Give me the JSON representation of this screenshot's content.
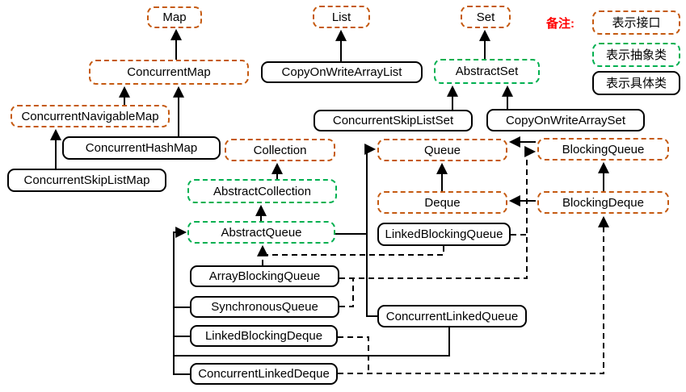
{
  "diagram_title": "Java concurrent collections class hierarchy",
  "colors": {
    "interface_border": "#C55A11",
    "abstract_border": "#00B050",
    "concrete_border": "#000000",
    "note_text": "#FF0000",
    "label_text": "#000000",
    "background": "#FFFFFF"
  },
  "legend": {
    "note_label": "备注:",
    "items": [
      {
        "label": "表示接口",
        "kind": "interface"
      },
      {
        "label": "表示抽象类",
        "kind": "abstract"
      },
      {
        "label": "表示具体类",
        "kind": "concrete"
      }
    ]
  },
  "nodes": {
    "map": {
      "label": "Map",
      "kind": "interface"
    },
    "list": {
      "label": "List",
      "kind": "interface"
    },
    "set": {
      "label": "Set",
      "kind": "interface"
    },
    "concurrentMap": {
      "label": "ConcurrentMap",
      "kind": "interface"
    },
    "copyOnWriteArrayList": {
      "label": "CopyOnWriteArrayList",
      "kind": "concrete"
    },
    "abstractSet": {
      "label": "AbstractSet",
      "kind": "abstract"
    },
    "concurrentNavigableMap": {
      "label": "ConcurrentNavigableMap",
      "kind": "interface"
    },
    "concurrentSkipListSet": {
      "label": "ConcurrentSkipListSet",
      "kind": "concrete"
    },
    "copyOnWriteArraySet": {
      "label": "CopyOnWriteArraySet",
      "kind": "concrete"
    },
    "concurrentHashMap": {
      "label": "ConcurrentHashMap",
      "kind": "concrete"
    },
    "collection": {
      "label": "Collection",
      "kind": "interface"
    },
    "queue": {
      "label": "Queue",
      "kind": "interface"
    },
    "blockingQueue": {
      "label": "BlockingQueue",
      "kind": "interface"
    },
    "concurrentSkipListMap": {
      "label": "ConcurrentSkipListMap",
      "kind": "concrete"
    },
    "abstractCollection": {
      "label": "AbstractCollection",
      "kind": "abstract"
    },
    "deque": {
      "label": "Deque",
      "kind": "interface"
    },
    "blockingDeque": {
      "label": "BlockingDeque",
      "kind": "interface"
    },
    "abstractQueue": {
      "label": "AbstractQueue",
      "kind": "abstract"
    },
    "linkedBlockingQueue": {
      "label": "LinkedBlockingQueue",
      "kind": "concrete"
    },
    "arrayBlockingQueue": {
      "label": "ArrayBlockingQueue",
      "kind": "concrete"
    },
    "concurrentLinkedQueue": {
      "label": "ConcurrentLinkedQueue",
      "kind": "concrete"
    },
    "synchronousQueue": {
      "label": "SynchronousQueue",
      "kind": "concrete"
    },
    "linkedBlockingDeque": {
      "label": "LinkedBlockingDeque",
      "kind": "concrete"
    },
    "concurrentLinkedDeque": {
      "label": "ConcurrentLinkedDeque",
      "kind": "concrete"
    }
  },
  "edges": [
    {
      "from": "ConcurrentMap",
      "to": "Map",
      "line": "solid"
    },
    {
      "from": "CopyOnWriteArrayList",
      "to": "List",
      "line": "solid"
    },
    {
      "from": "AbstractSet",
      "to": "Set",
      "line": "solid"
    },
    {
      "from": "ConcurrentNavigableMap",
      "to": "ConcurrentMap",
      "line": "solid"
    },
    {
      "from": "ConcurrentHashMap",
      "to": "ConcurrentMap",
      "line": "solid"
    },
    {
      "from": "ConcurrentSkipListMap",
      "to": "ConcurrentNavigableMap",
      "line": "solid"
    },
    {
      "from": "ConcurrentSkipListSet",
      "to": "AbstractSet",
      "line": "solid"
    },
    {
      "from": "CopyOnWriteArraySet",
      "to": "AbstractSet",
      "line": "solid"
    },
    {
      "from": "AbstractCollection",
      "to": "Collection",
      "line": "solid"
    },
    {
      "from": "AbstractQueue",
      "to": "AbstractCollection",
      "line": "solid"
    },
    {
      "from": "Deque",
      "to": "Queue",
      "line": "solid"
    },
    {
      "from": "BlockingQueue",
      "to": "Queue",
      "line": "solid"
    },
    {
      "from": "BlockingDeque",
      "to": "BlockingQueue",
      "line": "solid"
    },
    {
      "from": "BlockingDeque",
      "to": "Deque",
      "line": "solid"
    },
    {
      "from": "ConcurrentLinkedQueue",
      "to": "Queue",
      "line": "solid"
    },
    {
      "from": "ConcurrentLinkedQueue",
      "to": "AbstractQueue",
      "line": "solid"
    },
    {
      "from": "SynchronousQueue",
      "to": "AbstractQueue",
      "line": "solid"
    },
    {
      "from": "LinkedBlockingDeque",
      "to": "AbstractQueue",
      "line": "solid"
    },
    {
      "from": "ConcurrentLinkedDeque",
      "to": "AbstractQueue",
      "line": "solid"
    },
    {
      "from": "LinkedBlockingQueue",
      "to": "AbstractQueue",
      "line": "dashed"
    },
    {
      "from": "ArrayBlockingQueue",
      "to": "AbstractQueue",
      "line": "dashed"
    },
    {
      "from": "ArrayBlockingQueue",
      "to": "BlockingQueue",
      "line": "dashed"
    },
    {
      "from": "SynchronousQueue",
      "to": "BlockingQueue",
      "line": "dashed"
    },
    {
      "from": "LinkedBlockingQueue",
      "to": "BlockingQueue",
      "line": "dashed"
    },
    {
      "from": "LinkedBlockingDeque",
      "to": "BlockingDeque",
      "line": "dashed"
    },
    {
      "from": "ConcurrentLinkedDeque",
      "to": "BlockingDeque",
      "line": "dashed"
    }
  ]
}
